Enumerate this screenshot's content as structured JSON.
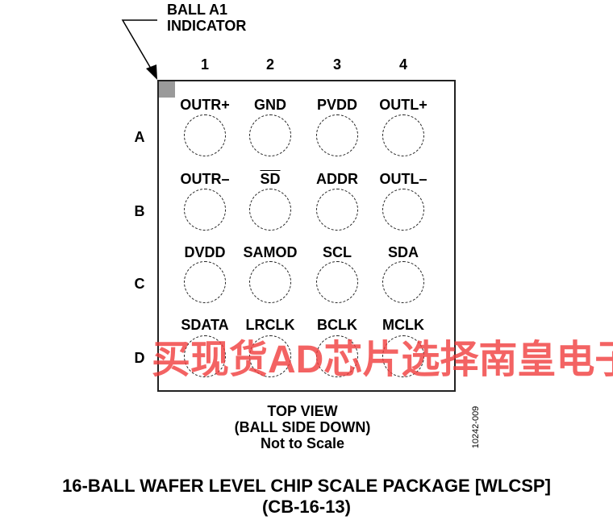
{
  "indicator": {
    "line1": "BALL A1",
    "line2": "INDICATOR"
  },
  "columns": [
    "1",
    "2",
    "3",
    "4"
  ],
  "rows": [
    "A",
    "B",
    "C",
    "D"
  ],
  "balls": [
    [
      "OUTR+",
      "GND",
      "PVDD",
      "OUTL+"
    ],
    [
      "OUTR–",
      "SD",
      "ADDR",
      "OUTL–"
    ],
    [
      "DVDD",
      "SAMOD",
      "SCL",
      "SDA"
    ],
    [
      "SDATA",
      "LRCLK",
      "BCLK",
      "MCLK"
    ]
  ],
  "view": {
    "line1": "TOP VIEW",
    "line2": "(BALL SIDE DOWN)",
    "line3": "Not to Scale"
  },
  "figure_code": "10242-009",
  "caption": {
    "line1": "16-BALL WAFER LEVEL CHIP SCALE PACKAGE [WLCSP]",
    "line2": "(CB-16-13)"
  },
  "watermark": "买现货AD芯片选择南皇电子"
}
